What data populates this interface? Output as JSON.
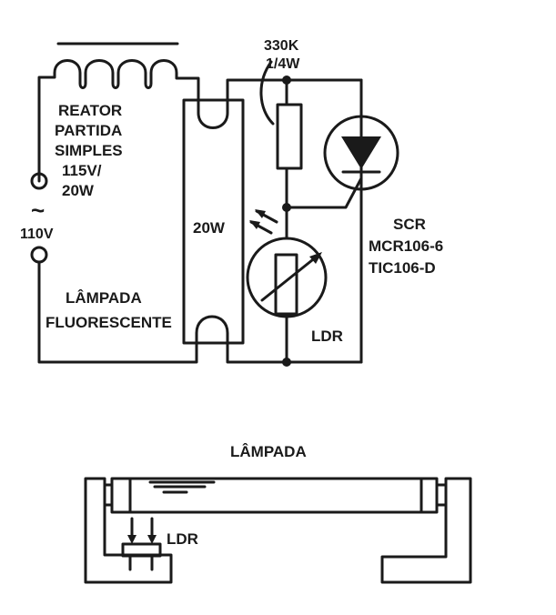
{
  "schematic": {
    "reactor_label": [
      "REATOR",
      "PARTIDA",
      "SIMPLES",
      "115V/",
      "20W"
    ],
    "supply_symbol": "~",
    "supply_label": "110V",
    "lamp_label": [
      "LÂMPADA",
      "FLUORESCENTE"
    ],
    "lamp_power": "20W",
    "resistor_label": [
      "330K",
      "1/4W"
    ],
    "scr_label": [
      "SCR",
      "MCR106-6",
      "TIC106-D"
    ],
    "ldr_label": "LDR"
  },
  "mounting": {
    "title": "LÂMPADA",
    "ldr_label": "LDR"
  }
}
